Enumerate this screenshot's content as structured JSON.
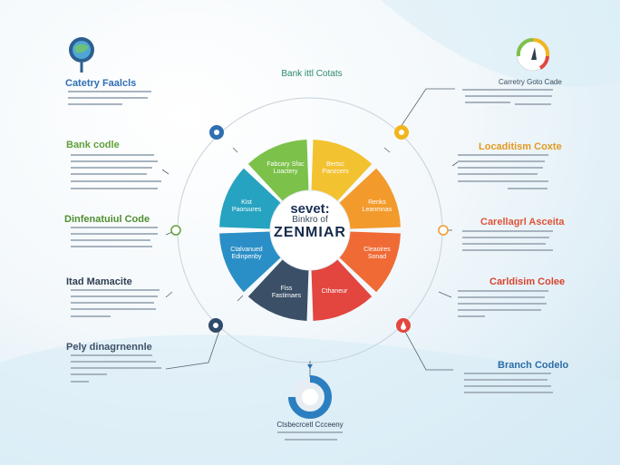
{
  "diagram": {
    "center": {
      "top_label": "Bank ittl Cotats",
      "brand_line1": "sevet:",
      "brand_line2": "Binkro of",
      "brand_line3": "ZENMIAR"
    },
    "segments": [
      {
        "label": "Fabcary Sfac\nLoactery",
        "color": "#7cc14a"
      },
      {
        "label": "Bertsc\nPanzcers",
        "color": "#f2c230"
      },
      {
        "label": "Renks\nLeanmnas",
        "color": "#f39a2c"
      },
      {
        "label": "Cleaoires\nSonad",
        "color": "#f06a35"
      },
      {
        "label": "Cthaneur",
        "color": "#e2463e"
      },
      {
        "label": "Fiss\nFastimaes",
        "color": "#3b5066"
      },
      {
        "label": "Ctalvanued\nEdinpenby",
        "color": "#2b8fc7"
      },
      {
        "label": "Kist\nPaoruures",
        "color": "#26a3c0"
      }
    ],
    "left_sections": [
      {
        "title": "Catetry Faalcls",
        "color": "#2f6fb3"
      },
      {
        "title": "Bank codle",
        "color": "#5fa13a"
      },
      {
        "title": "Dinfenatuiul Code",
        "color": "#4f8f2f"
      },
      {
        "title": "Itad Mamacite",
        "color": "#2f3e52"
      },
      {
        "title": "Pely dinagrnennle",
        "color": "#3f5068"
      }
    ],
    "right_sections": [
      {
        "title": "Carretry Goto Cade",
        "color": "#3a4c60"
      },
      {
        "title": "Locaditism Coxte",
        "color": "#e39a21"
      },
      {
        "title": "Carellagrl Asceita",
        "color": "#e0543a"
      },
      {
        "title": "Carldisim Colee",
        "color": "#d8442f"
      },
      {
        "title": "Branch Codelo",
        "color": "#2b6ea8"
      }
    ],
    "bottom": {
      "title": "Ctsbecrcetl Ccceeny"
    }
  }
}
